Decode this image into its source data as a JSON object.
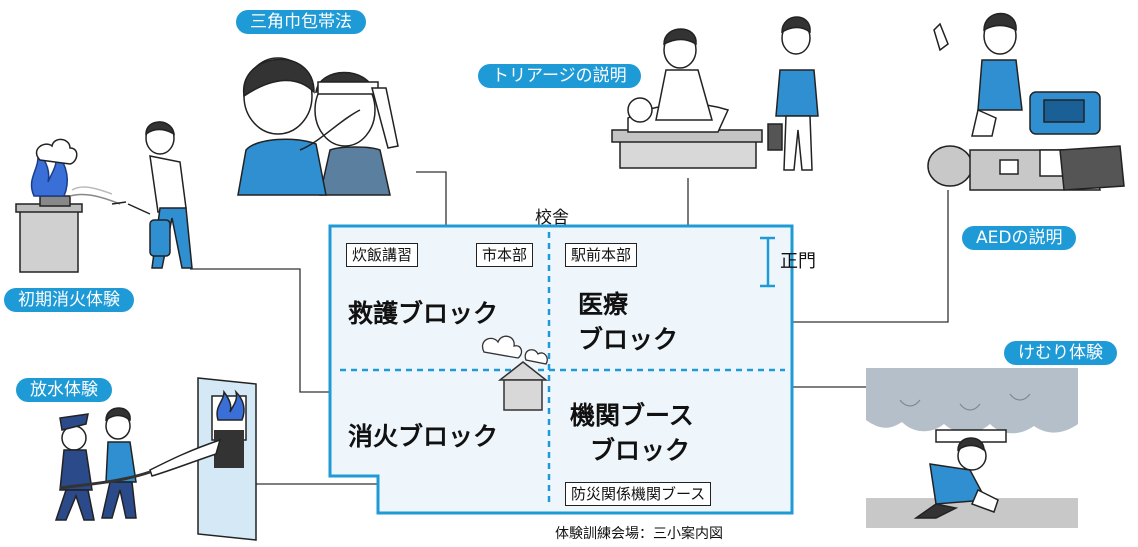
{
  "map": {
    "building_label": "校舎",
    "gate_label": "正門",
    "caption": "体験訓練会場：三小案内図",
    "booths": {
      "cooking": "炊飯講習",
      "city_hq": "市本部",
      "station_hq": "駅前本部",
      "disaster_orgs": "防災関係機関ブース"
    },
    "blocks": {
      "rescue": "救護ブロック",
      "medical_line1": "医療",
      "medical_line2": "ブロック",
      "firefighting": "消火ブロック",
      "agency_line1": "機関ブース",
      "agency_line2": "ブロック"
    }
  },
  "activities": {
    "bandage": "三角巾包帯法",
    "triage": "トリアージの説明",
    "aed": "AEDの説明",
    "initial_fire": "初期消火体験",
    "water_spray": "放水体験",
    "smoke": "けむり体験"
  },
  "colors": {
    "accent": "#1e9ad6",
    "area_fill": "#eef5fb",
    "skin": "#ffffff",
    "shirt_blue": "#2f8fd1",
    "smoke_gray": "#b4bfc9",
    "floor_gray": "#c8c8c8"
  }
}
